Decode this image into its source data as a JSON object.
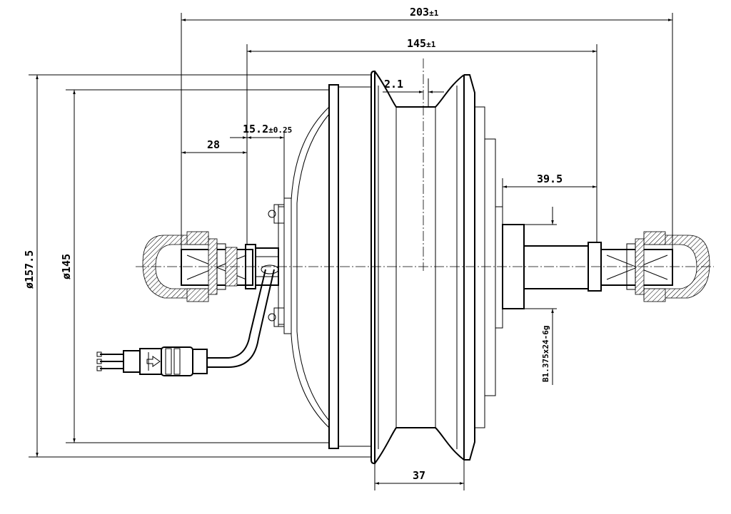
{
  "drawing": {
    "dimensions": {
      "overall_length": "203",
      "overall_length_tol": "±1",
      "shell_length": "145",
      "shell_length_tol": "±1",
      "groove_offset": "2.1",
      "flange_gap": "15.2",
      "flange_gap_tol": "±0.25",
      "left_axle_extension": "28",
      "right_axle_extension": "39.5",
      "outer_diameter": "ø157.5",
      "inner_diameter": "ø145",
      "rim_width": "37",
      "thread_spec": "B1.375x24-6g"
    }
  }
}
